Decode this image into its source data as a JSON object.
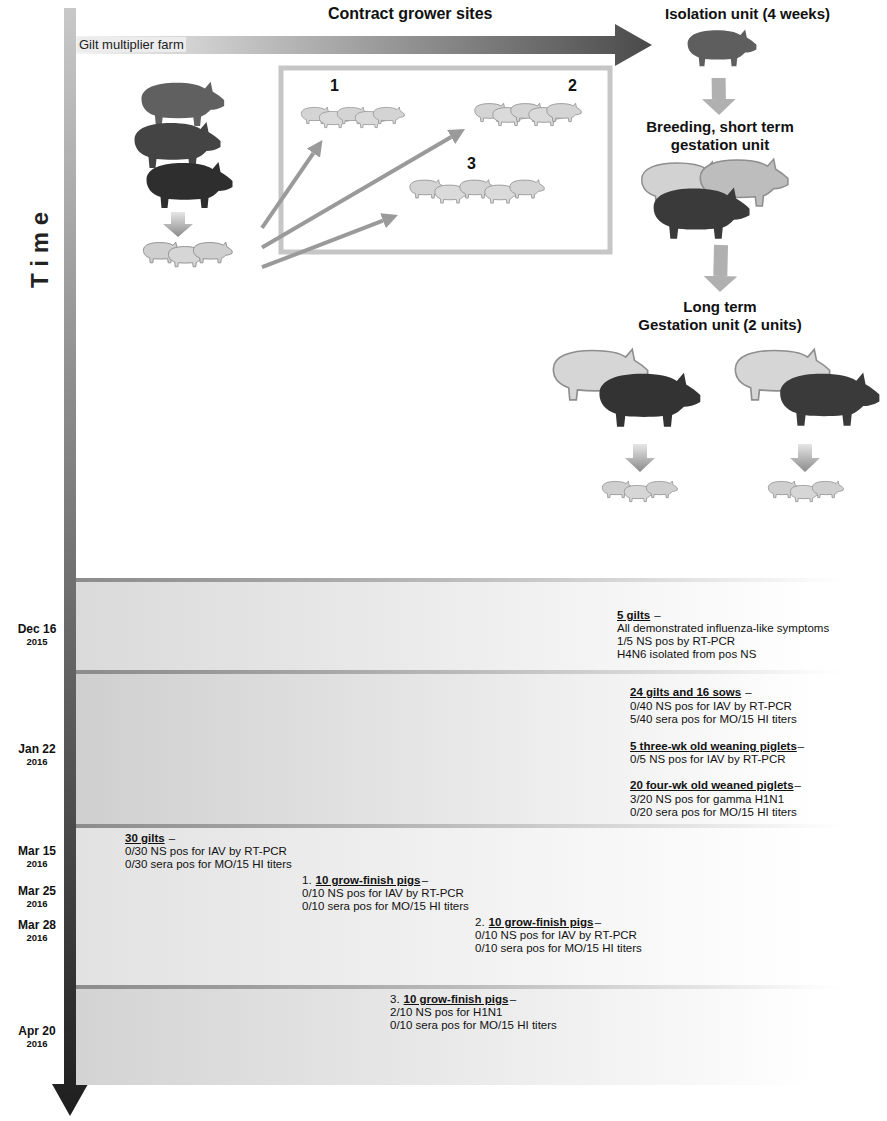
{
  "diagram": {
    "nodes": [
      {
        "text": [
          "Gilt multiplier farm"
        ]
      },
      {
        "text": [
          "1"
        ]
      },
      {
        "text": [
          "2"
        ]
      },
      {
        "text": [
          "3"
        ]
      },
      {
        "text": [
          "Isolation unit (4 weeks)"
        ]
      },
      {
        "text": [
          "Breeding, short term gestation unit"
        ]
      },
      {
        "text": [
          "Long term Gestation unit (2 units)"
        ]
      },
      {
        "text": [
          "Dec 16",
          "2015",
          "5 gilts",
          "–",
          "All demonstrated influenza-like symptoms",
          "1/5 NS pos by RT-PCR",
          "H4N6 isolated from pos NS"
        ]
      },
      {
        "text": [
          "Jan 22",
          "2016",
          "24 gilts and 16 sows",
          "–",
          "0/40 NS pos for IAV by RT-PCR",
          "5/40 sera pos for MO/15 HI titers",
          "5 three-wk old weaning piglets",
          "–",
          "0/5 NS pos for IAV by RT-PCR",
          "20 four-wk old weaned piglets",
          "–",
          "3/20 NS pos for gamma H1N1",
          "0/20 sera pos for MO/15 HI titers"
        ]
      },
      {
        "text": [
          "Mar 15",
          "2016",
          "Mar 25",
          "2016",
          "Mar 28",
          "2016",
          "30 gilts",
          "–",
          "0/30 NS pos for IAV by RT-PCR",
          "0/30 sera pos for MO/15 HI titers",
          "1.",
          "10 grow-finish pigs",
          "–",
          "0/10 NS pos for IAV by RT-PCR",
          "0/10 sera pos for MO/15 HI titers",
          "2.",
          "10 grow-finish pigs",
          "–",
          "0/10 NS pos for IAV by RT-PCR",
          "0/10 sera pos for MO/15 HI titers"
        ]
      },
      {
        "text": [
          "Apr 20",
          "2016",
          "3.",
          "10 grow-finish pigs",
          "–",
          "2/10 NS pos for H1N1",
          "0/10 sera pos for MO/15 HI titers"
        ]
      }
    ],
    "edges": [
      {
        "from": 0,
        "to": 1,
        "arrow": "to"
      },
      {
        "from": 0,
        "to": 2,
        "arrow": "to"
      },
      {
        "from": 0,
        "to": 3,
        "arrow": "to"
      },
      {
        "from": 4,
        "to": 5,
        "arrow": "to"
      },
      {
        "from": 5,
        "to": 6,
        "arrow": "to"
      }
    ],
    "labels": [
      "Contract grower sites",
      "T i m e"
    ]
  }
}
